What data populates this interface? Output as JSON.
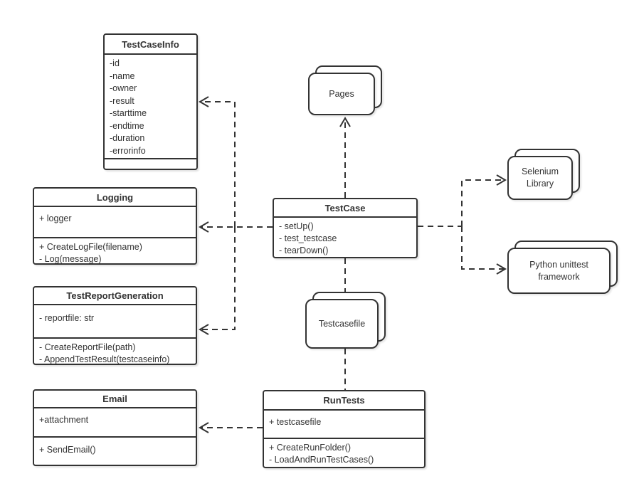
{
  "diagram": {
    "type": "uml-class-diagram",
    "colors": {
      "background": "#ffffff",
      "line": "#333333",
      "text": "#333333",
      "node_fill": "#ffffff"
    }
  },
  "classes": [
    {
      "name": "TestCaseInfo",
      "attributes": [
        "-id",
        "-name",
        "-owner",
        "-result",
        "-starttime",
        "-endtime",
        "-duration",
        "-errorinfo"
      ],
      "methods": []
    },
    {
      "name": "Logging",
      "attributes": [
        "+ logger"
      ],
      "methods": [
        "+ CreateLogFile(filename)",
        "- Log(message)"
      ]
    },
    {
      "name": "TestReportGeneration",
      "attributes": [
        "- reportfile: str"
      ],
      "methods": [
        "- CreateReportFile(path)",
        "- AppendTestResult(testcaseinfo)"
      ]
    },
    {
      "name": "Email",
      "attributes": [
        "+attachment"
      ],
      "methods": [
        "+ SendEmail()"
      ]
    },
    {
      "name": "TestCase",
      "attributes": [
        "- setUp()",
        "- test_testcase",
        "- tearDown()"
      ],
      "methods": []
    },
    {
      "name": "RunTests",
      "attributes": [
        "+ testcasefile"
      ],
      "methods": [
        "+ CreateRunFolder()",
        "- LoadAndRunTestCases()"
      ]
    }
  ],
  "components": [
    {
      "label": "Pages"
    },
    {
      "label": "Selenium Library"
    },
    {
      "label": "Python unittest framework"
    },
    {
      "label": "Testcasefile"
    }
  ],
  "edges": [
    {
      "from": "TestCase",
      "to": "Pages",
      "style": "dashed",
      "arrow": "open"
    },
    {
      "from": "TestCase",
      "to": "TestCaseInfo",
      "style": "dashed",
      "arrow": "open"
    },
    {
      "from": "TestCase",
      "to": "Logging",
      "style": "dashed",
      "arrow": "open"
    },
    {
      "from": "TestCase",
      "to": "TestReportGeneration",
      "style": "dashed",
      "arrow": "open"
    },
    {
      "from": "TestCase",
      "to": "Selenium Library",
      "style": "dashed",
      "arrow": "open"
    },
    {
      "from": "TestCase",
      "to": "Python unittest framework",
      "style": "dashed",
      "arrow": "open"
    },
    {
      "from": "TestCase",
      "to": "Testcasefile",
      "style": "dashed",
      "arrow": "none"
    },
    {
      "from": "Testcasefile",
      "to": "RunTests",
      "style": "dashed",
      "arrow": "none"
    },
    {
      "from": "RunTests",
      "to": "Email",
      "style": "dashed",
      "arrow": "open"
    }
  ]
}
